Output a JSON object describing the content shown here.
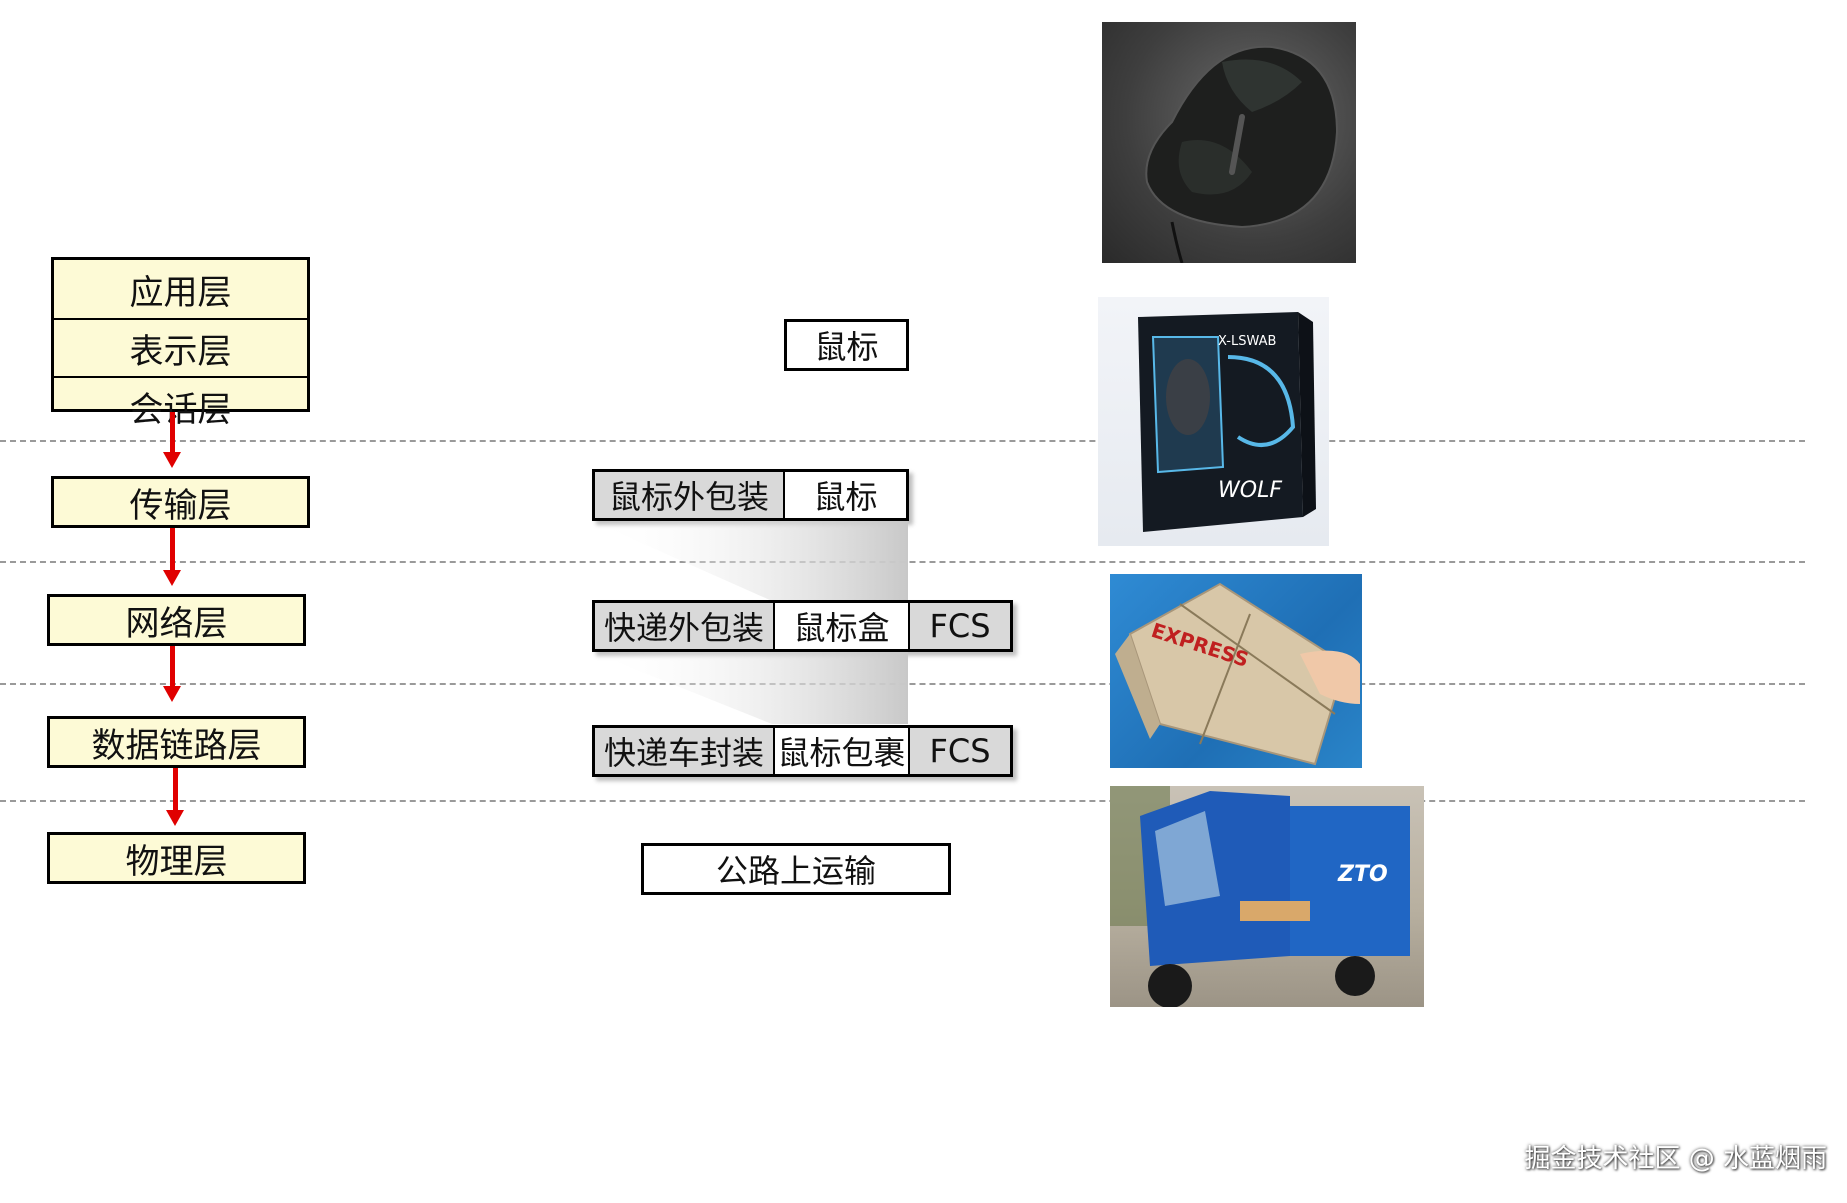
{
  "osi_layers": {
    "application": "应用层",
    "presentation": "表示层",
    "session": "会话层",
    "transport": "传输层",
    "network": "网络层",
    "data_link": "数据链路层",
    "physical": "物理层"
  },
  "encapsulation": {
    "app_data": "鼠标",
    "transport": {
      "header": "鼠标外包装",
      "payload": "鼠标"
    },
    "network": {
      "header": "快递外包装",
      "payload": "鼠标盒",
      "trailer": "FCS"
    },
    "data_link": {
      "header": "快递车封装",
      "payload": "鼠标包裹",
      "trailer": "FCS"
    },
    "physical": "公路上运输"
  },
  "photos": {
    "mouse": "mouse-photo",
    "mouse_box_brand": "X-LSWAB",
    "mouse_box_model": "WOLF",
    "express_label": "EXPRESS",
    "van_brand": "ZTO"
  },
  "watermark": "掘金技术社区 @ 水蓝烟雨",
  "colors": {
    "layer_fill": "#fdfad6",
    "arrow": "#e00000",
    "header_fill": "#d9d9d9"
  }
}
